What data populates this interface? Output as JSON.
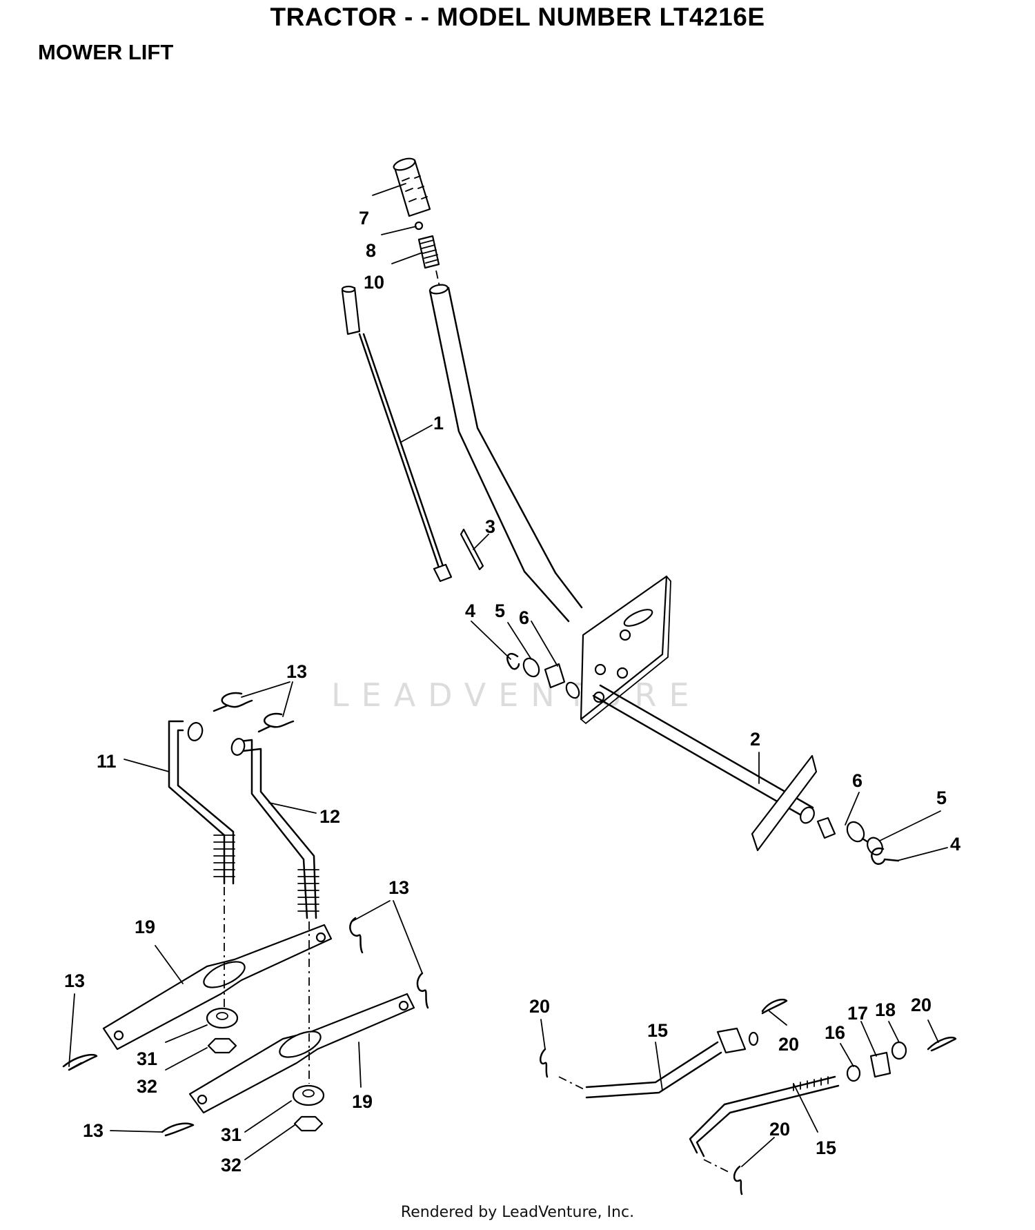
{
  "header": {
    "title": "TRACTOR - - MODEL NUMBER LT4216E",
    "subtitle": "MOWER LIFT"
  },
  "watermark": "LEADVENTURE",
  "footer": "Rendered by LeadVenture, Inc.",
  "callouts": {
    "c7": "7",
    "c8": "8",
    "c10": "10",
    "c1": "1",
    "c3": "3",
    "c4a": "4",
    "c5a": "5",
    "c6a": "6",
    "c13a": "13",
    "c11": "11",
    "c12": "12",
    "c2": "2",
    "c6b": "6",
    "c5b": "5",
    "c4b": "4",
    "c13b": "13",
    "c19a": "19",
    "c13c": "13",
    "c31a": "31",
    "c32a": "32",
    "c19b": "19",
    "c13d": "13",
    "c31b": "31",
    "c32b": "32",
    "c20a": "20",
    "c15a": "15",
    "c20b": "20",
    "c16": "16",
    "c17": "17",
    "c18": "18",
    "c20c": "20",
    "c20d": "20",
    "c15b": "15"
  }
}
